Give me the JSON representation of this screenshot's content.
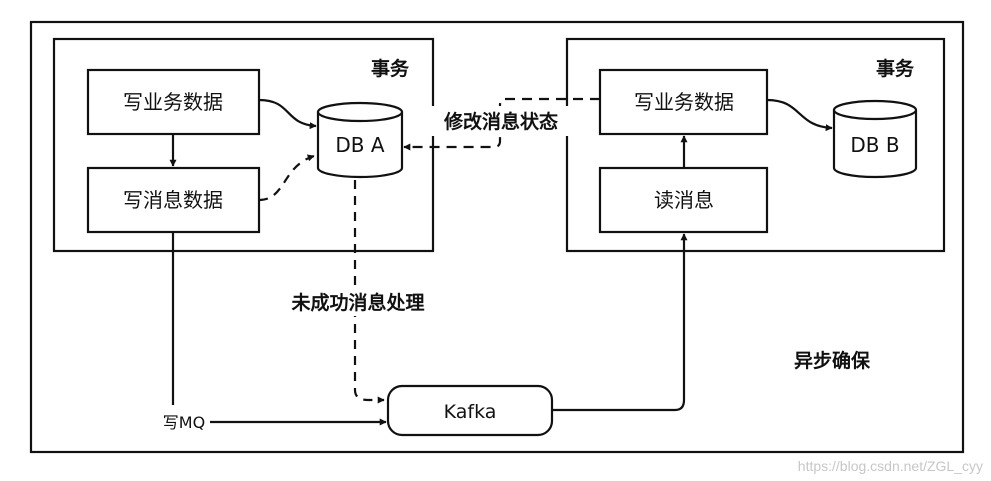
{
  "left_transaction": {
    "title": "事务",
    "write_business_data": "写业务数据",
    "write_message_data": "写消息数据",
    "db": "DB A"
  },
  "right_transaction": {
    "title": "事务",
    "write_business_data": "写业务数据",
    "read_message": "读消息",
    "db": "DB B"
  },
  "edges": {
    "modify_message_status": "修改消息状态",
    "unsuccessful_message_handling": "未成功消息处理",
    "write_mq": "写MQ"
  },
  "kafka": "Kafka",
  "async_guarantee": "异步确保",
  "watermark": "https://blog.csdn.net/ZGL_cyy"
}
